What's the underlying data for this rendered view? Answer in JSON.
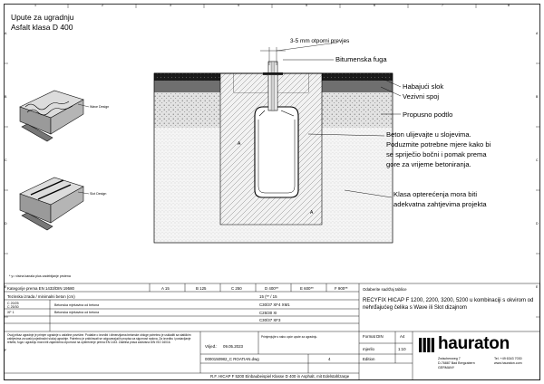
{
  "title": {
    "line1": "Upute za ugradnju",
    "line2": "Asfalt klasa D 400"
  },
  "products": {
    "wave": "Wave Design",
    "slot": "Slot Design"
  },
  "footnote": "* y= visina kanala plus zadebljanje prstena",
  "annotations": {
    "gap": "3-5 mm otporni prevjes",
    "bitumen": "Bitumenska fuga",
    "wear": "Habajući slok",
    "bind": "Vezivni spoj",
    "base": "Propusno podtlo",
    "concrete": [
      "Beton ulijevajte u slojevima.",
      "Poduzmite potrebne mjere kako bi",
      "se spriječio bočni i pomak prema",
      "gore za vrijeme betoniranja."
    ],
    "load": [
      "Klasa opterećenja mora biti",
      "adekvatna zahtjevima projekta"
    ]
  },
  "border": {
    "top": [
      "1",
      "2",
      "3",
      "4",
      "5",
      "6",
      "7",
      "8"
    ],
    "side": [
      "A",
      "B",
      "C",
      "D",
      "E",
      "F"
    ]
  },
  "table": {
    "norm": "Kategorije prema EN 1433/DIN 19580",
    "classes": [
      "A 15",
      "B 125",
      "C 250",
      "D 400**",
      "E 600**",
      "F 900**"
    ],
    "row2": "Tezinska izrada / minimalni beton (cm)",
    "row2_val": "15 (** / 15",
    "row3": "Betonska mješavina od betona",
    "row3_val": "C30/37 XF4 XM1",
    "row4": "Betonska mješavina od betona",
    "row4_val": "C25/30 XI",
    "row5_val": "C30/37 XF3",
    "small_left": [
      "C 20/25",
      "C 25/30",
      "XF 1"
    ],
    "note_block": "Ovaj prikaz ugradnje je primjer ugradnje u asfaltne površine. Podatke o izvedbi i dimenzijama betonske obloge potrebno je uskladiti sa statičkim zahtjevima za svaki pojedinačni slučaj ugradnje. Potrebno je pridržavati se odgovarajućih propisa za sigurnost radova. Za izvedbu i postavljanje rešetki, fuga i ugradnju mora biti zajamčena otpornost na opterećenje prema EN 1433. Zaštitna prava zadržana DIN ISO 16016.",
    "date_label": "Vrijeđ.:",
    "date": "09.05.2023",
    "desc_label": "Odaberite sadržaj tablice",
    "desc_text": "RECYFIX HICAP F 1200, 2200, 3200, 5200 u kombinaciji s okvirom od nehrđajućeg čelika s Wave ili Slot dizajnom",
    "small_note": "Primjenjujte s nabo opće upute za ugradnju.",
    "docno": "0000150982_C ROATIAN.dwg",
    "page": "4",
    "format_label": "Format DIN",
    "format": "A4",
    "scale_label": "mjerilo",
    "scale": "1:10",
    "edition_label": "Edition",
    "bottom": "R.F. HICAP F 5200 Einbaubeispiel Klasse D 400 in Asphalt, mit Edelstahlzarge",
    "company_addr": [
      "Zwischenweg 7",
      "D-76887 Bad Bergzabern",
      "GERMANY"
    ],
    "company_tel": "Tel. +49 6343 7030",
    "company_web": "www.hauraton.com"
  },
  "logo": "hauraton"
}
